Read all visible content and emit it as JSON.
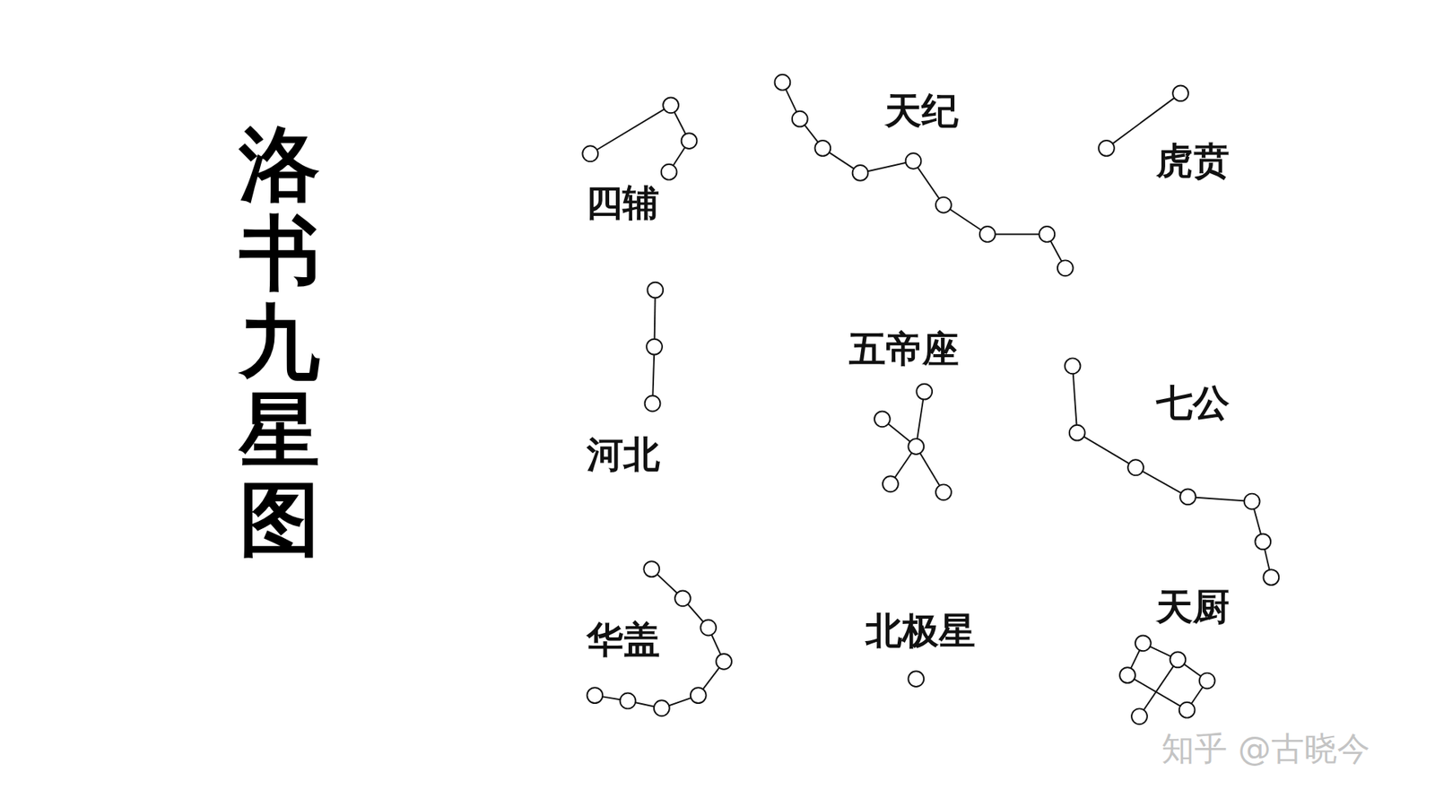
{
  "diagram": {
    "title": "洛书九星图",
    "labels": [
      "四辅",
      "天纪",
      "虎贲",
      "河北",
      "五帝座",
      "七公",
      "华盖",
      "北极星",
      "天厨",
      "知乎 @古晓今"
    ]
  }
}
